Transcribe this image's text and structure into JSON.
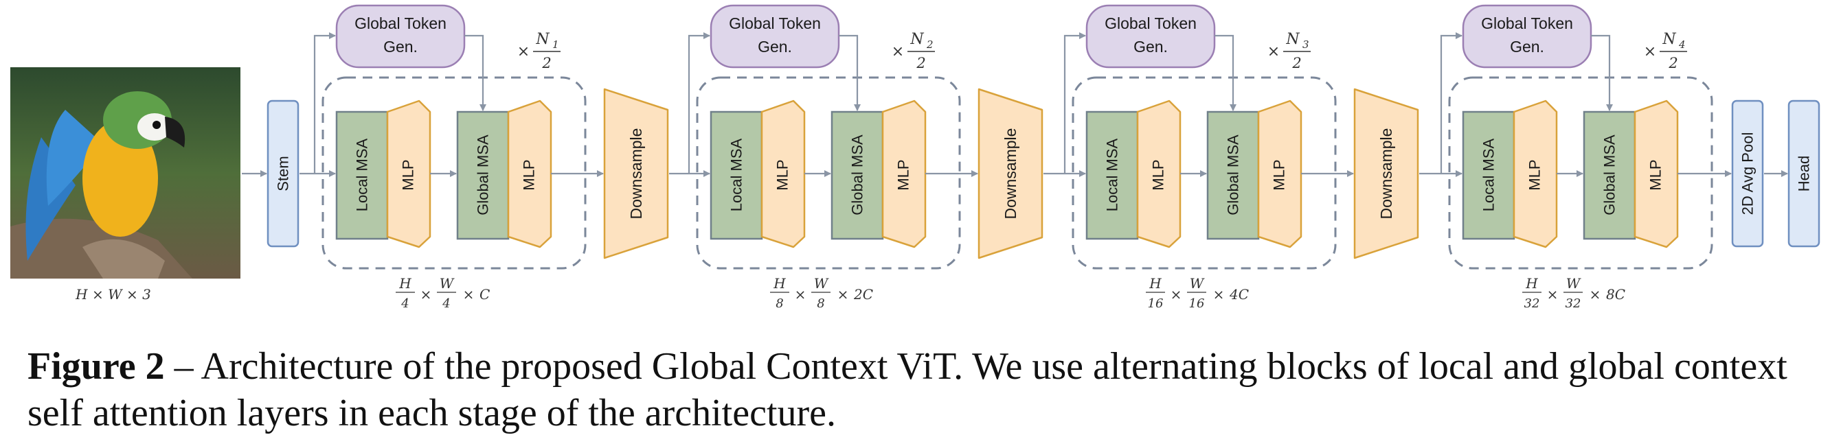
{
  "input_dim": "H × W × 3",
  "stem_label": "Stem",
  "pool_label": "2D Avg Pool",
  "head_label": "Head",
  "downsample_label": "Downsample",
  "token_gen_line1": "Global Token",
  "token_gen_line2": "Gen.",
  "local_msa_label": "Local MSA",
  "global_msa_label": "Global MSA",
  "mlp_label": "MLP",
  "stages": [
    {
      "times": "×",
      "n_sub": "1",
      "den": "2",
      "res_h": "H",
      "res_w": "W",
      "res_div": "4",
      "channels": "C"
    },
    {
      "times": "×",
      "n_sub": "2",
      "den": "2",
      "res_h": "H",
      "res_w": "W",
      "res_div": "8",
      "channels": "2C"
    },
    {
      "times": "×",
      "n_sub": "3",
      "den": "2",
      "res_h": "H",
      "res_w": "W",
      "res_div": "16",
      "channels": "4C"
    },
    {
      "times": "×",
      "n_sub": "4",
      "den": "2",
      "res_h": "H",
      "res_w": "W",
      "res_div": "32",
      "channels": "8C"
    }
  ],
  "caption_bold": "Figure 2",
  "caption_text": " – Architecture of the proposed Global Context ViT. We use alternating blocks of local and global context self attention layers in each stage of the architecture.",
  "colors": {
    "blue_fill": "#dde8f7",
    "blue_stroke": "#6f8fc0",
    "green_fill": "#b3c8a8",
    "green_stroke": "#70808a",
    "orange_fill": "#fde2c0",
    "orange_stroke": "#d9a23a",
    "purple_fill": "#ded6ea",
    "purple_stroke": "#9b7fb3",
    "arrow": "#8a95a5",
    "dash": "#7b879a"
  }
}
